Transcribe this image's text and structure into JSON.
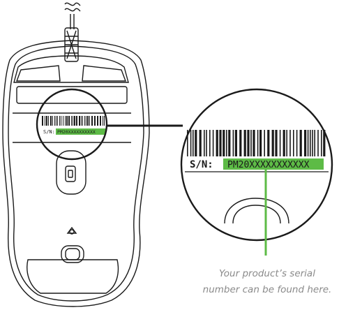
{
  "serial": {
    "prefix": "S/N:",
    "value_small": "PM20XXXXXXXXXX",
    "value_large": "PM20XXXXXXXXXXX"
  },
  "caption": {
    "line1": "Your product’s serial",
    "line2": "number can be found here."
  },
  "colors": {
    "outline": "#1a1a1a",
    "highlight": "#5dbb46",
    "caption": "#8a8a8a"
  }
}
